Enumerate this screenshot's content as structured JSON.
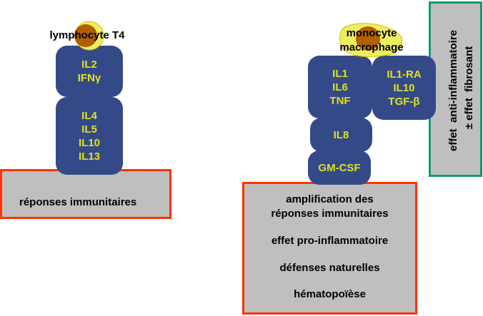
{
  "lymphocyte": {
    "label": "lymphocyte T4",
    "box1": [
      "IL2",
      "IFNγ"
    ],
    "box2": [
      "IL4",
      "IL5",
      "IL10",
      "IL13"
    ],
    "effect": "réponses immunitaires"
  },
  "monocyte": {
    "label": [
      "monocyte",
      "macrophage"
    ],
    "box_pro": [
      "IL1",
      "IL6",
      "TNF"
    ],
    "box_anti": [
      "IL1-RA",
      "IL10",
      "TGF-β"
    ],
    "box_il8": [
      "IL8"
    ],
    "box_gmcsf": [
      "GM-CSF"
    ],
    "effects": [
      "amplification des",
      "réponses immunitaires",
      "effet pro-inflammatoire",
      "défenses naturelles",
      "hématopoïèse"
    ],
    "anti_effects": [
      "effet  anti-inflammatoire",
      "± effet  fibrosant"
    ]
  },
  "colors": {
    "cytokine_box": "#344a88",
    "cytokine_text": "#e0e020",
    "effect_border": "#ff3300",
    "anti_border": "#119977",
    "gray": "#bfbfbf"
  }
}
